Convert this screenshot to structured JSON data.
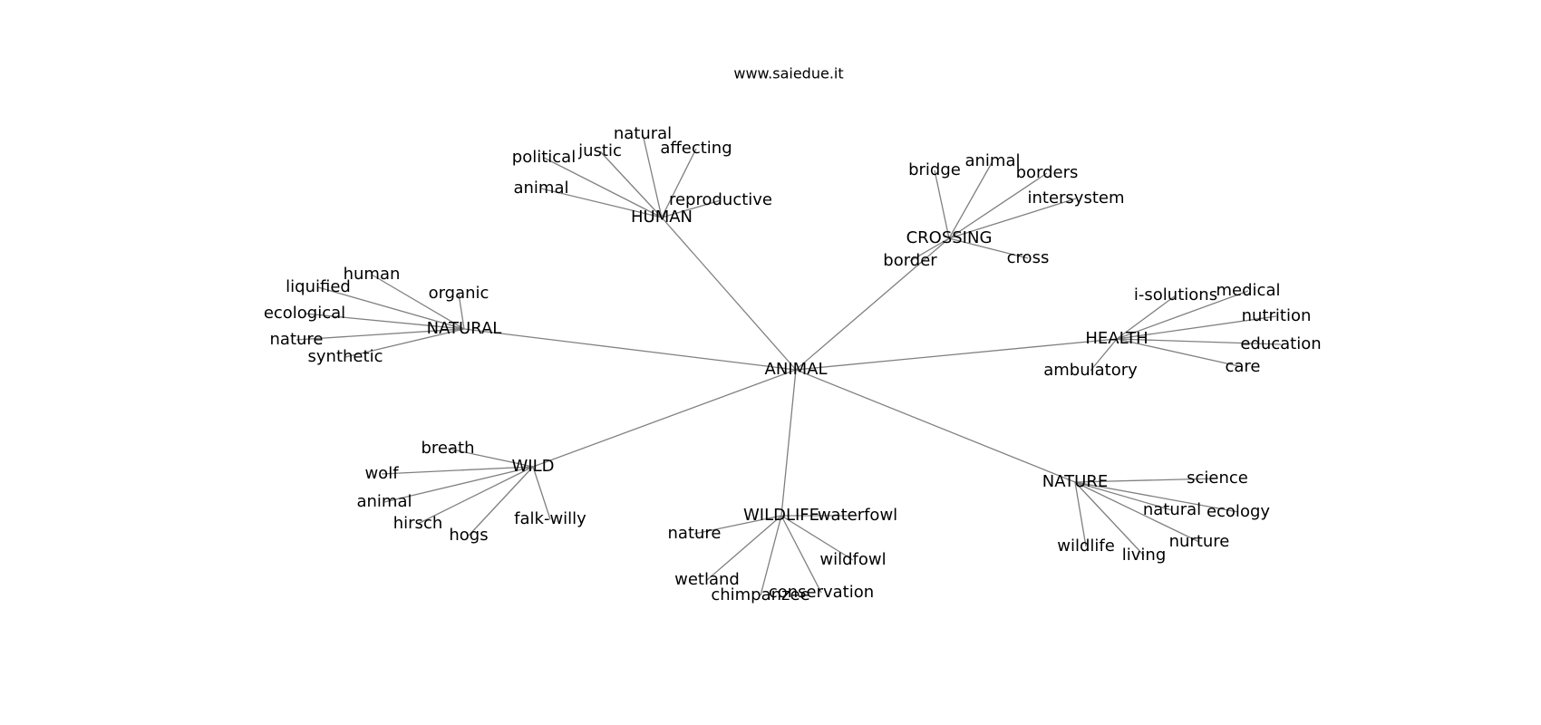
{
  "site": "www.saiedue.it",
  "colors": {
    "edge": "#808080",
    "text": "#000000",
    "background": "#ffffff"
  },
  "graph": {
    "root": "ANIMAL",
    "clusters": [
      {
        "hub": "HUMAN",
        "leaves": [
          "natural",
          "justic",
          "political",
          "affecting",
          "animal",
          "reproductive"
        ]
      },
      {
        "hub": "CROSSING",
        "leaves": [
          "bridge",
          "animal",
          "borders",
          "intersystem",
          "border",
          "cross"
        ]
      },
      {
        "hub": "NATURAL",
        "leaves": [
          "human",
          "liquified",
          "organic",
          "ecological",
          "nature",
          "synthetic"
        ]
      },
      {
        "hub": "HEALTH",
        "leaves": [
          "i-solutions",
          "medical",
          "nutrition",
          "education",
          "ambulatory",
          "care"
        ]
      },
      {
        "hub": "WILD",
        "leaves": [
          "breath",
          "wolf",
          "animal",
          "hirsch",
          "hogs",
          "falk-willy"
        ]
      },
      {
        "hub": "WILDLIFE",
        "leaves": [
          "waterfowl",
          "nature",
          "wildfowl",
          "wetland",
          "chimpanzee",
          "conservation"
        ]
      },
      {
        "hub": "NATURE",
        "leaves": [
          "science",
          "natural",
          "ecology",
          "wildlife",
          "living",
          "nurture"
        ]
      }
    ]
  }
}
